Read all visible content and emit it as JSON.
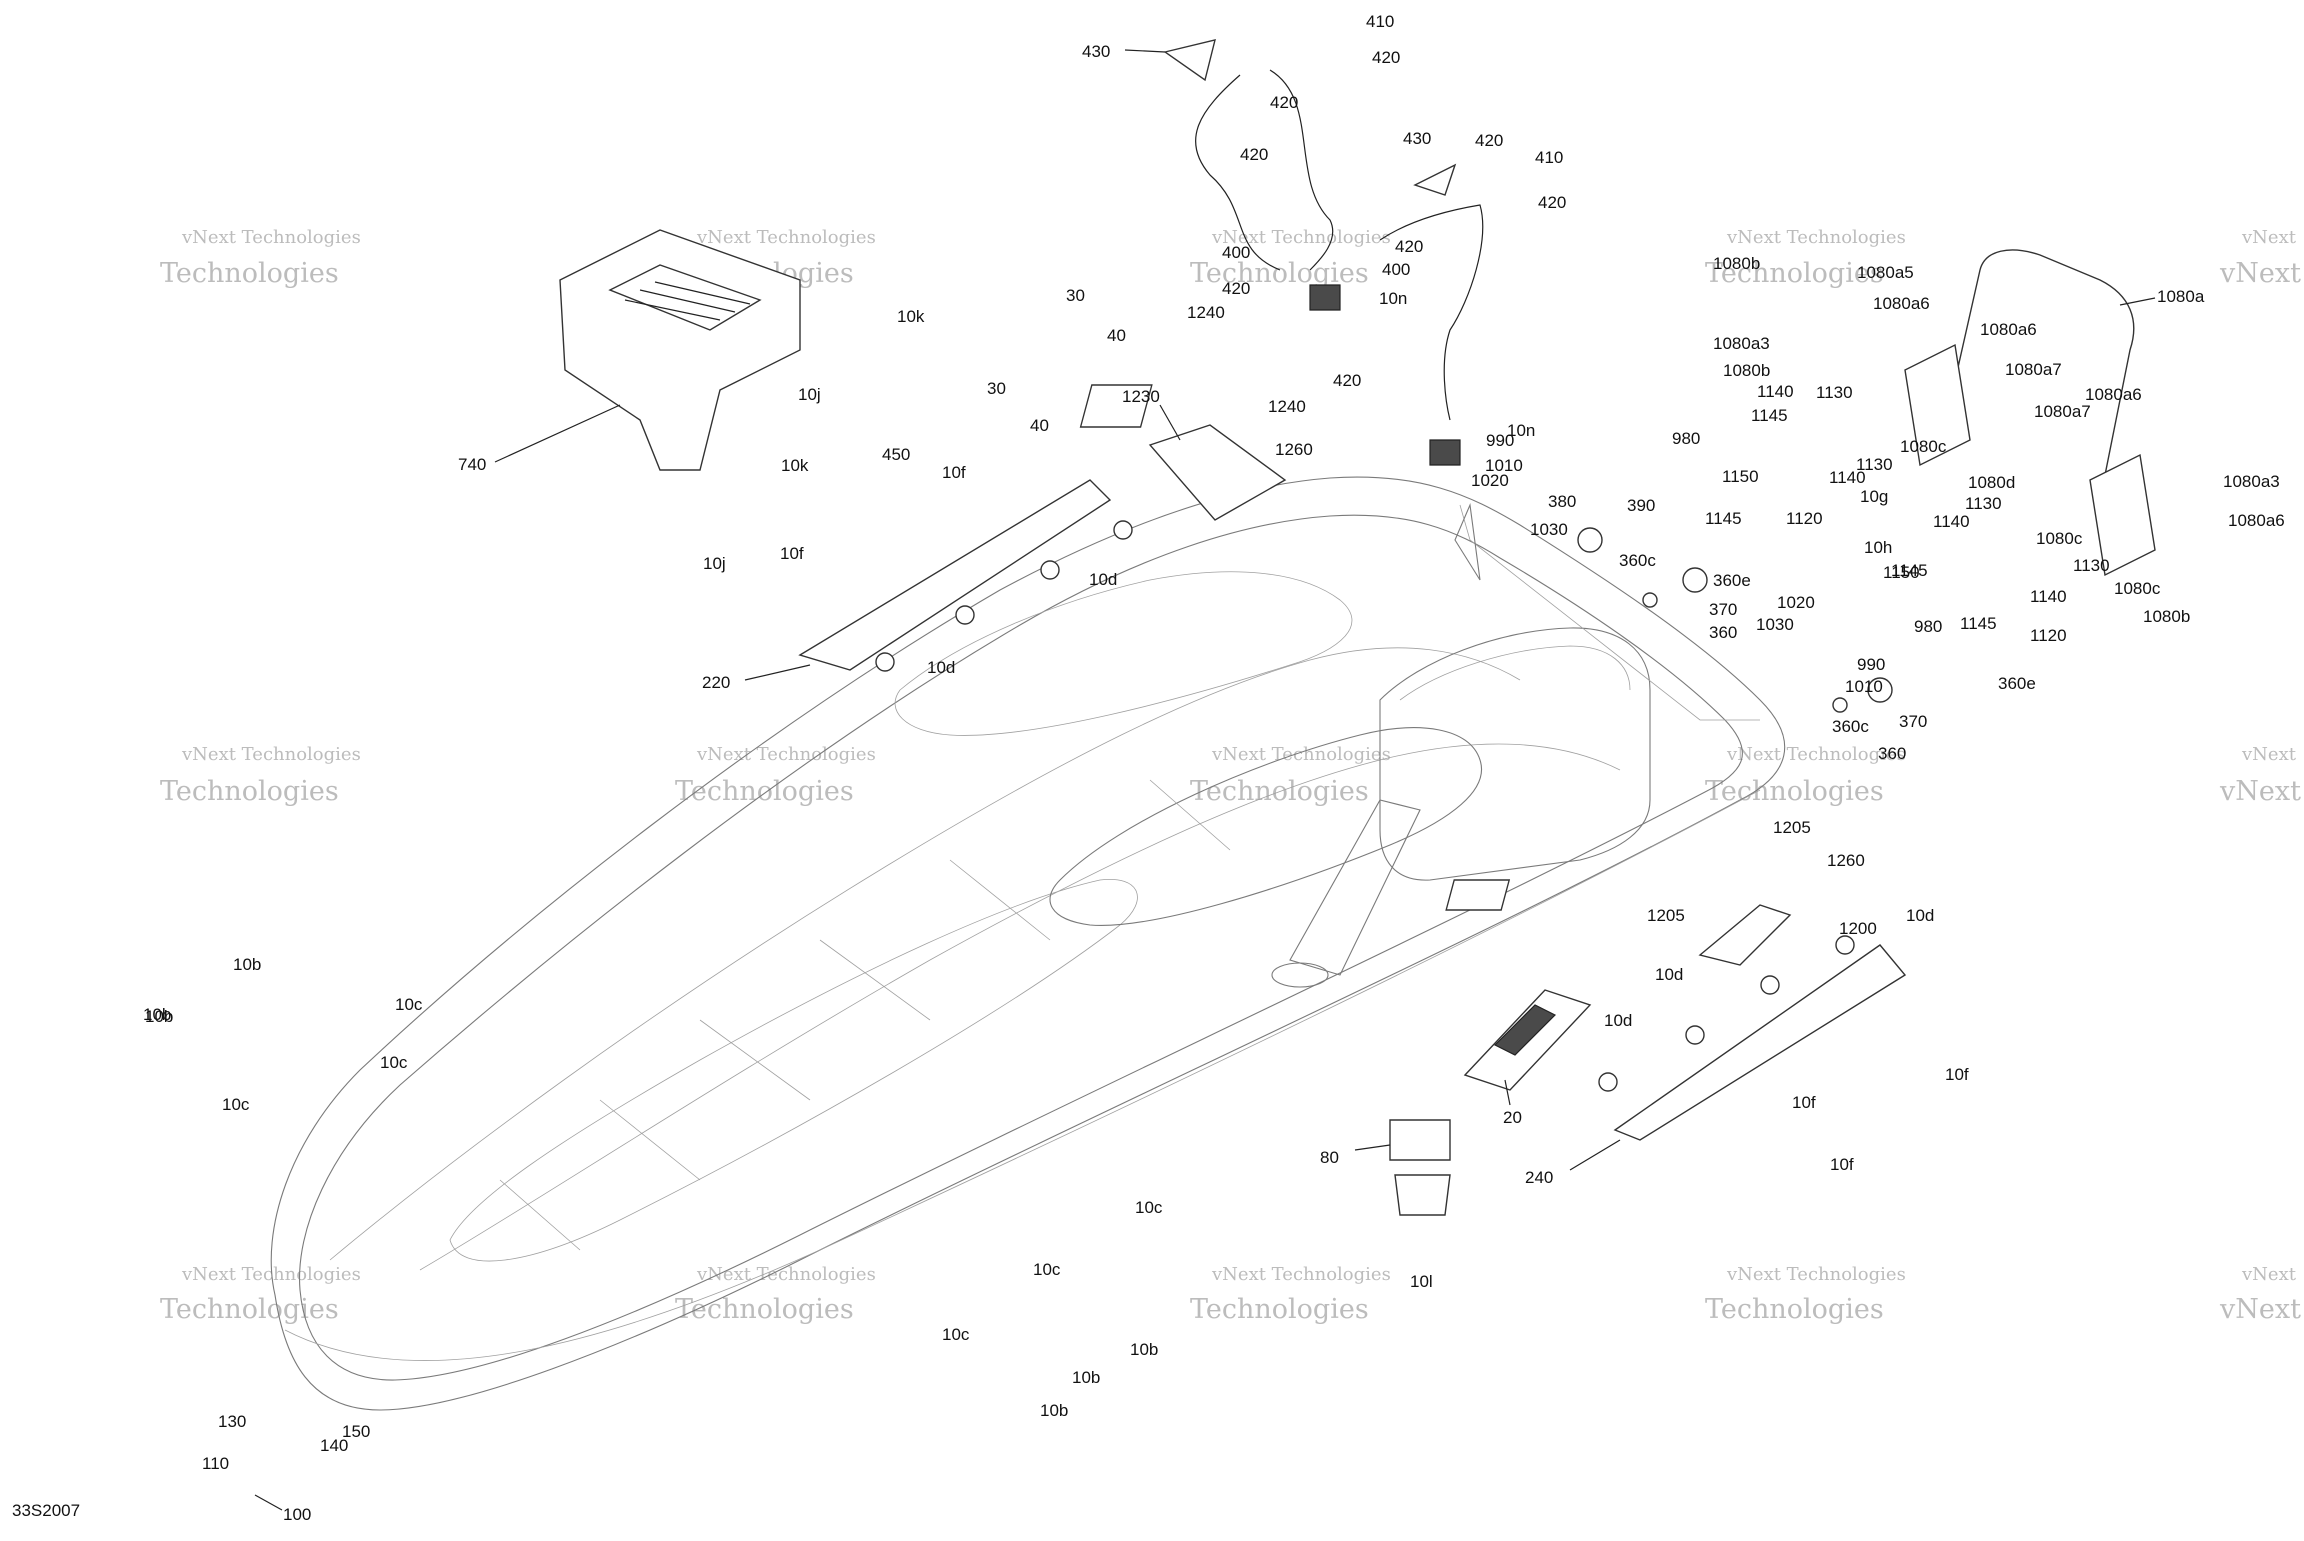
{
  "diagram": {
    "code": "33S2007",
    "watermark": {
      "line1": "vNext Technologies",
      "line2": "Technologies",
      "fragment": "vNext"
    },
    "callouts": [
      "430",
      "410",
      "420",
      "420",
      "420",
      "430",
      "420",
      "410",
      "420",
      "420",
      "400",
      "420",
      "400",
      "420",
      "10n",
      "10n",
      "1240",
      "1240",
      "1260",
      "1230",
      "30",
      "40",
      "30",
      "40",
      "10k",
      "10j",
      "450",
      "740",
      "10k",
      "10j",
      "10f",
      "10f",
      "10d",
      "10d",
      "220",
      "990",
      "980",
      "1010",
      "1020",
      "380",
      "390",
      "1030",
      "360c",
      "360e",
      "370",
      "360",
      "1080b",
      "1080a5",
      "1080a6",
      "1080a",
      "1080a3",
      "1080a6",
      "1080b",
      "1080a7",
      "1080a6",
      "1140",
      "1130",
      "1145",
      "1150",
      "1140",
      "1130",
      "1145",
      "1120",
      "10g",
      "1080c",
      "1080d",
      "1080a7",
      "1080c",
      "1080a3",
      "1080a6",
      "1130",
      "1140",
      "1130",
      "10h",
      "1145",
      "1150",
      "1140",
      "1145",
      "1120",
      "1080c",
      "1080b",
      "1030",
      "1020",
      "980",
      "990",
      "1010",
      "360c",
      "360e",
      "370",
      "360",
      "1205",
      "1260",
      "1205",
      "1200",
      "10d",
      "10d",
      "10d",
      "10f",
      "10f",
      "10f",
      "20",
      "80",
      "10l",
      "240",
      "10b",
      "10b",
      "10b",
      "10c",
      "10c",
      "10c",
      "10c",
      "10c",
      "10c",
      "10b",
      "10b",
      "10b",
      "130",
      "150",
      "140",
      "110",
      "100"
    ]
  }
}
